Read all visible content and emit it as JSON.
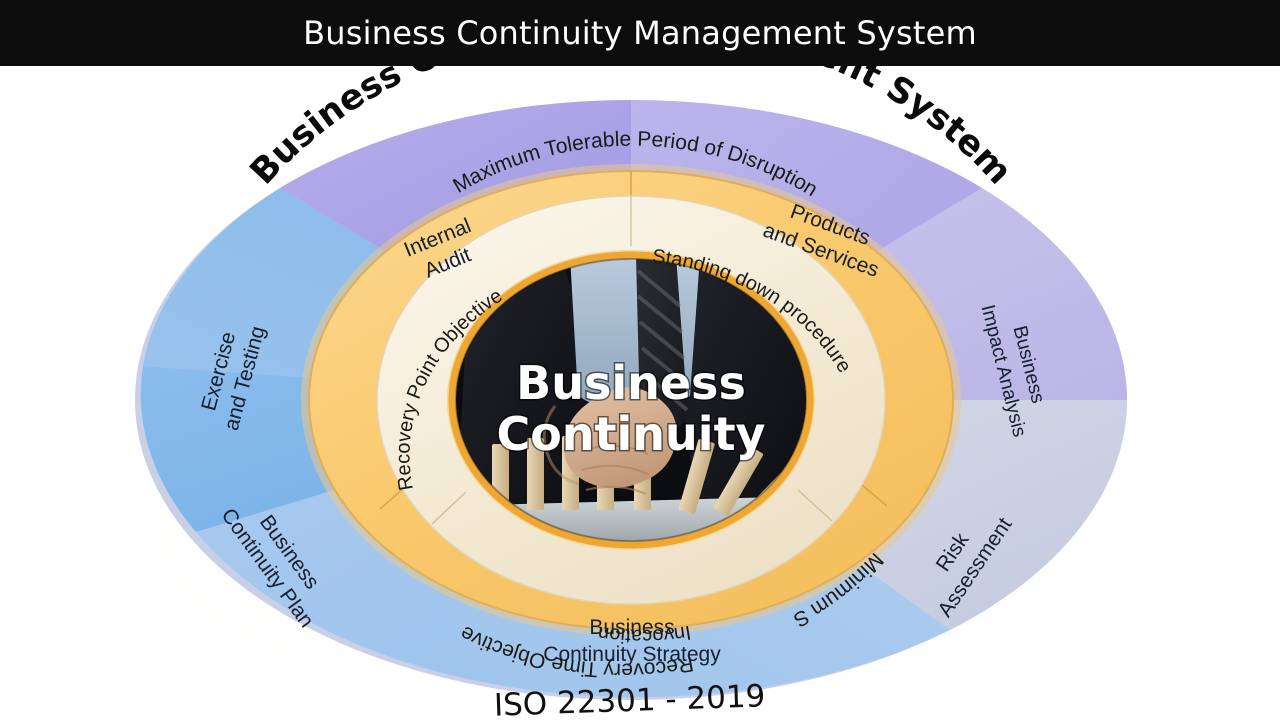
{
  "window": {
    "title": "Business Continuity Management System"
  },
  "diagram": {
    "arc_title": "Business Continuity Management System",
    "footer_standard": "ISO 22301 - 2019",
    "center": {
      "line1": "Business",
      "line2": "Continuity",
      "photo_description": "businessman-stopping-dominoes-photo"
    },
    "outer_ring": {
      "name": "bcms-elements-ring",
      "segments": [
        {
          "label_line1": "Internal",
          "label_line2": "Audit",
          "color": "#aaa3e6"
        },
        {
          "label_line1": "Products",
          "label_line2": "and Services",
          "color": "#b3abe8"
        },
        {
          "label_line1": "Business",
          "label_line2": "Impact Analysis",
          "color": "#c2bfe9"
        },
        {
          "label_line1": "Risk",
          "label_line2": "Assessment",
          "color": "#ccd2e4"
        },
        {
          "label_line1": "Business",
          "label_line2": "Continuity Strategy",
          "color": "#a7c8ec"
        },
        {
          "label_line1": "Business",
          "label_line2": "Continuity Plan",
          "color": "#a3c6ed"
        },
        {
          "label_line1": "Exercise",
          "label_line2": "and Testing",
          "color": "#7fb4e9"
        },
        {
          "label_line1": "",
          "label_line2": "",
          "color": "#8cbbea"
        }
      ]
    },
    "middle_ring": {
      "name": "recovery-objectives-ring",
      "color": "#f8c96f",
      "segments": [
        {
          "label": "Maximum Tolerable Period of Disruption"
        },
        {
          "label": "Minimum Service Levels"
        },
        {
          "label": "Recovery Time Objective"
        }
      ]
    },
    "inner_ring": {
      "name": "procedures-ring",
      "color": "#f3e9d2",
      "segments": [
        {
          "label": "Standing down procedure"
        },
        {
          "label": "Invocation"
        },
        {
          "label": "Recovery Point Objective"
        }
      ]
    },
    "colors": {
      "header_bg": "#0d0d0d",
      "header_text": "#ffffff",
      "orange_ring": "#f8c96f",
      "orange_border": "#e8a33d",
      "cream_ring": "#f3e9d2",
      "purple": "#aaa3e6",
      "blue": "#7fb4e9",
      "label_text": "#16202e"
    }
  }
}
